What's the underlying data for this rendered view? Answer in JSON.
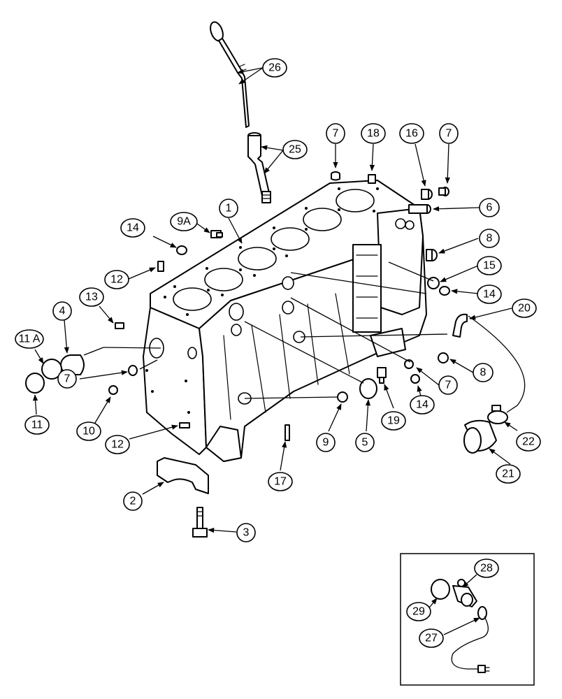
{
  "callouts": {
    "c26": "26",
    "c25": "25",
    "c7a": "7",
    "c18": "18",
    "c16": "16",
    "c7b": "7",
    "c6": "6",
    "c1": "1",
    "c9a": "9A",
    "c14a": "14",
    "c8a": "8",
    "c15": "15",
    "c14b": "14",
    "c12a": "12",
    "c13": "13",
    "c20": "20",
    "c4": "4",
    "c11a": "11 A",
    "c8b": "8",
    "c7c": "7",
    "c7d": "7",
    "c14c": "14",
    "c10": "10",
    "c11": "11",
    "c19": "19",
    "c9": "9",
    "c5": "5",
    "c22": "22",
    "c12b": "12",
    "c21": "21",
    "c17": "17",
    "c2": "2",
    "c3": "3",
    "c28": "28",
    "c29": "29",
    "c27": "27"
  }
}
